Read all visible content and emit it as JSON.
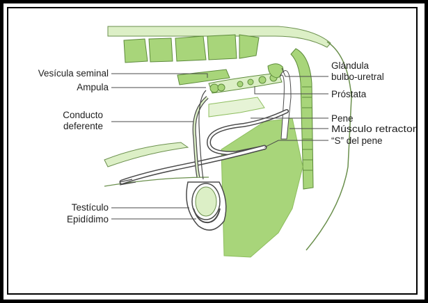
{
  "labels": {
    "vesicula_seminal": "Vesícula seminal",
    "ampula": "Ampula",
    "conducto_line1": "Conducto",
    "conducto_line2": "deferente",
    "testiculo": "Testículo",
    "epididimo": "Epidídimo",
    "glandula_line1": "Glándula",
    "glandula_line2": "bulbo-uretral",
    "prostata": "Próstata",
    "pene": "Pene",
    "musculo": "Músculo retractor",
    "s_pene": "“S” del pene"
  },
  "colors": {
    "tissue_green": "#a8d57a",
    "tissue_pale": "#dcefc6",
    "bone_pale": "#e6f3d6",
    "outline": "#4a4a4a",
    "frame": "#000000"
  }
}
